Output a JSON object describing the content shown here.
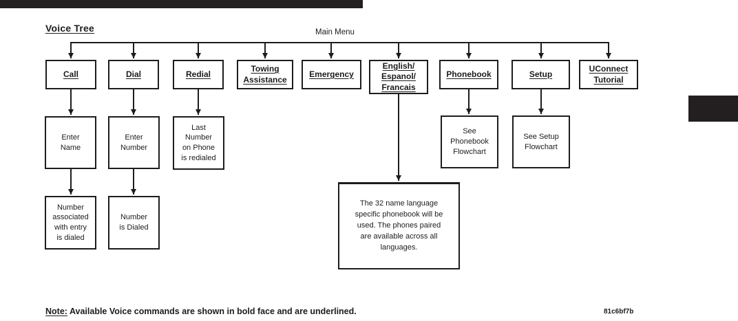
{
  "title": "Voice Tree",
  "root_label": "Main Menu",
  "commands": {
    "call": "Call",
    "dial": "Dial",
    "redial": "Redial",
    "towing_assistance": "Towing\nAssistance",
    "emergency": "Emergency",
    "language": "English/\nEspanol/\nFrancais",
    "phonebook": "Phonebook",
    "setup": "Setup",
    "uconnect_tutorial": "UConnect\nTutorial"
  },
  "results": {
    "enter_name": "Enter\nName",
    "enter_number": "Enter\nNumber",
    "last_number": "Last\nNumber\non Phone\nis redialed",
    "number_associated": "Number\nassociated\nwith entry\nis dialed",
    "number_dialed": "Number\nis Dialed",
    "see_phonebook": "See\nPhonebook\nFlowchart",
    "see_setup": "See Setup\nFlowchart",
    "language_info": "The 32 name language\nspecific phonebook will be\nused. The phones paired\nare available across all\nlanguages."
  },
  "note": {
    "prefix": "Note:",
    "text": " Available Voice commands are shown in bold face and are underlined."
  },
  "figure_code": "81c6bf7b",
  "colors": {
    "ink": "#1c1c1c",
    "bar": "#231f20",
    "background": "#ffffff"
  }
}
